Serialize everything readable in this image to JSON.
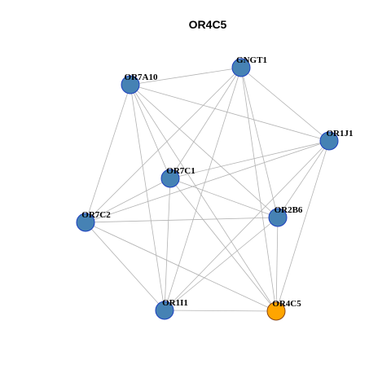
{
  "title": "OR4C5",
  "colors": {
    "node_fill": "#4682B4",
    "node_stroke": "#1C3FBF",
    "highlight_fill": "#FFA500",
    "highlight_stroke": "#8B4513",
    "edge": "#B3B3B3",
    "background": "#FFFFFF"
  },
  "nodes": [
    {
      "id": "GNGT1",
      "label": "GNGT1",
      "highlight": false
    },
    {
      "id": "OR7A10",
      "label": "OR7A10",
      "highlight": false
    },
    {
      "id": "OR1J1",
      "label": "OR1J1",
      "highlight": false
    },
    {
      "id": "OR7C1",
      "label": "OR7C1",
      "highlight": false
    },
    {
      "id": "OR7C2",
      "label": "OR7C2",
      "highlight": false
    },
    {
      "id": "OR2B6",
      "label": "OR2B6",
      "highlight": false
    },
    {
      "id": "OR1I1",
      "label": "OR1I1",
      "highlight": false
    },
    {
      "id": "OR4C5",
      "label": "OR4C5",
      "highlight": true
    }
  ],
  "edges": [
    [
      "OR7A10",
      "GNGT1"
    ],
    [
      "OR7A10",
      "OR1J1"
    ],
    [
      "OR7A10",
      "OR7C1"
    ],
    [
      "OR7A10",
      "OR7C2"
    ],
    [
      "OR7A10",
      "OR2B6"
    ],
    [
      "OR7A10",
      "OR1I1"
    ],
    [
      "OR7A10",
      "OR4C5"
    ],
    [
      "GNGT1",
      "OR1J1"
    ],
    [
      "GNGT1",
      "OR7C1"
    ],
    [
      "GNGT1",
      "OR7C2"
    ],
    [
      "GNGT1",
      "OR2B6"
    ],
    [
      "GNGT1",
      "OR1I1"
    ],
    [
      "GNGT1",
      "OR4C5"
    ],
    [
      "OR1J1",
      "OR7C1"
    ],
    [
      "OR1J1",
      "OR7C2"
    ],
    [
      "OR1J1",
      "OR2B6"
    ],
    [
      "OR1J1",
      "OR1I1"
    ],
    [
      "OR1J1",
      "OR4C5"
    ],
    [
      "OR7C1",
      "OR7C2"
    ],
    [
      "OR7C1",
      "OR2B6"
    ],
    [
      "OR7C1",
      "OR1I1"
    ],
    [
      "OR7C1",
      "OR4C5"
    ],
    [
      "OR7C2",
      "OR2B6"
    ],
    [
      "OR7C2",
      "OR1I1"
    ],
    [
      "OR7C2",
      "OR4C5"
    ],
    [
      "OR2B6",
      "OR1I1"
    ],
    [
      "OR2B6",
      "OR4C5"
    ],
    [
      "OR1I1",
      "OR4C5"
    ]
  ]
}
